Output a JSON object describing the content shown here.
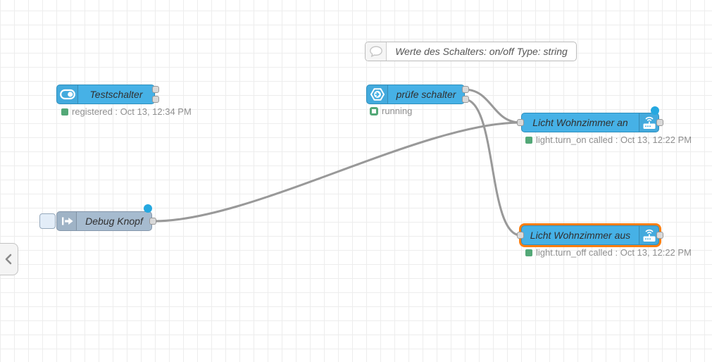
{
  "comment": {
    "label": "Werte des Schalters: on/off Type: string"
  },
  "nodes": {
    "testschalter": {
      "label": "Testschalter",
      "status": {
        "text": "registered : Oct 13, 12:34 PM",
        "indicator": "filled"
      }
    },
    "pruefe_schalter": {
      "label": "prüfe schalter",
      "status": {
        "text": "running",
        "indicator": "ring"
      }
    },
    "licht_an": {
      "label": "Licht Wohnzimmer an",
      "status": {
        "text": "light.turn_on called : Oct 13, 12:22 PM",
        "indicator": "filled"
      },
      "changed": true
    },
    "licht_aus": {
      "label": "Licht Wohnzimmer aus",
      "status": {
        "text": "light.turn_off called : Oct 13, 12:22 PM",
        "indicator": "filled"
      },
      "selected": true
    },
    "debug_knopf": {
      "label": "Debug Knopf",
      "changed": true
    }
  },
  "wires": [
    {
      "from": "pruefe_schalter:output-1",
      "to": "licht_an:input"
    },
    {
      "from": "pruefe_schalter:output-2",
      "to": "licht_aus:input"
    },
    {
      "from": "debug_knopf:output",
      "to": "licht_an:input"
    }
  ],
  "icons": {
    "testschalter": "toggle-switch-icon",
    "pruefe_schalter": "hexagon-arrow-icon",
    "licht_nodes": "smart-device-wifi-icon",
    "debug_knopf": "inject-arrow-icon",
    "comment": "speech-bubble-icon",
    "palette_toggle": "chevron-left-icon"
  },
  "colors": {
    "node_blue": "#46b1e6",
    "node_inject_gray": "#a6bbcf",
    "selection_orange": "#ff7f0e",
    "status_green": "#53a877",
    "changed_dot_blue": "#25a8e0",
    "wire_gray": "#999999"
  }
}
